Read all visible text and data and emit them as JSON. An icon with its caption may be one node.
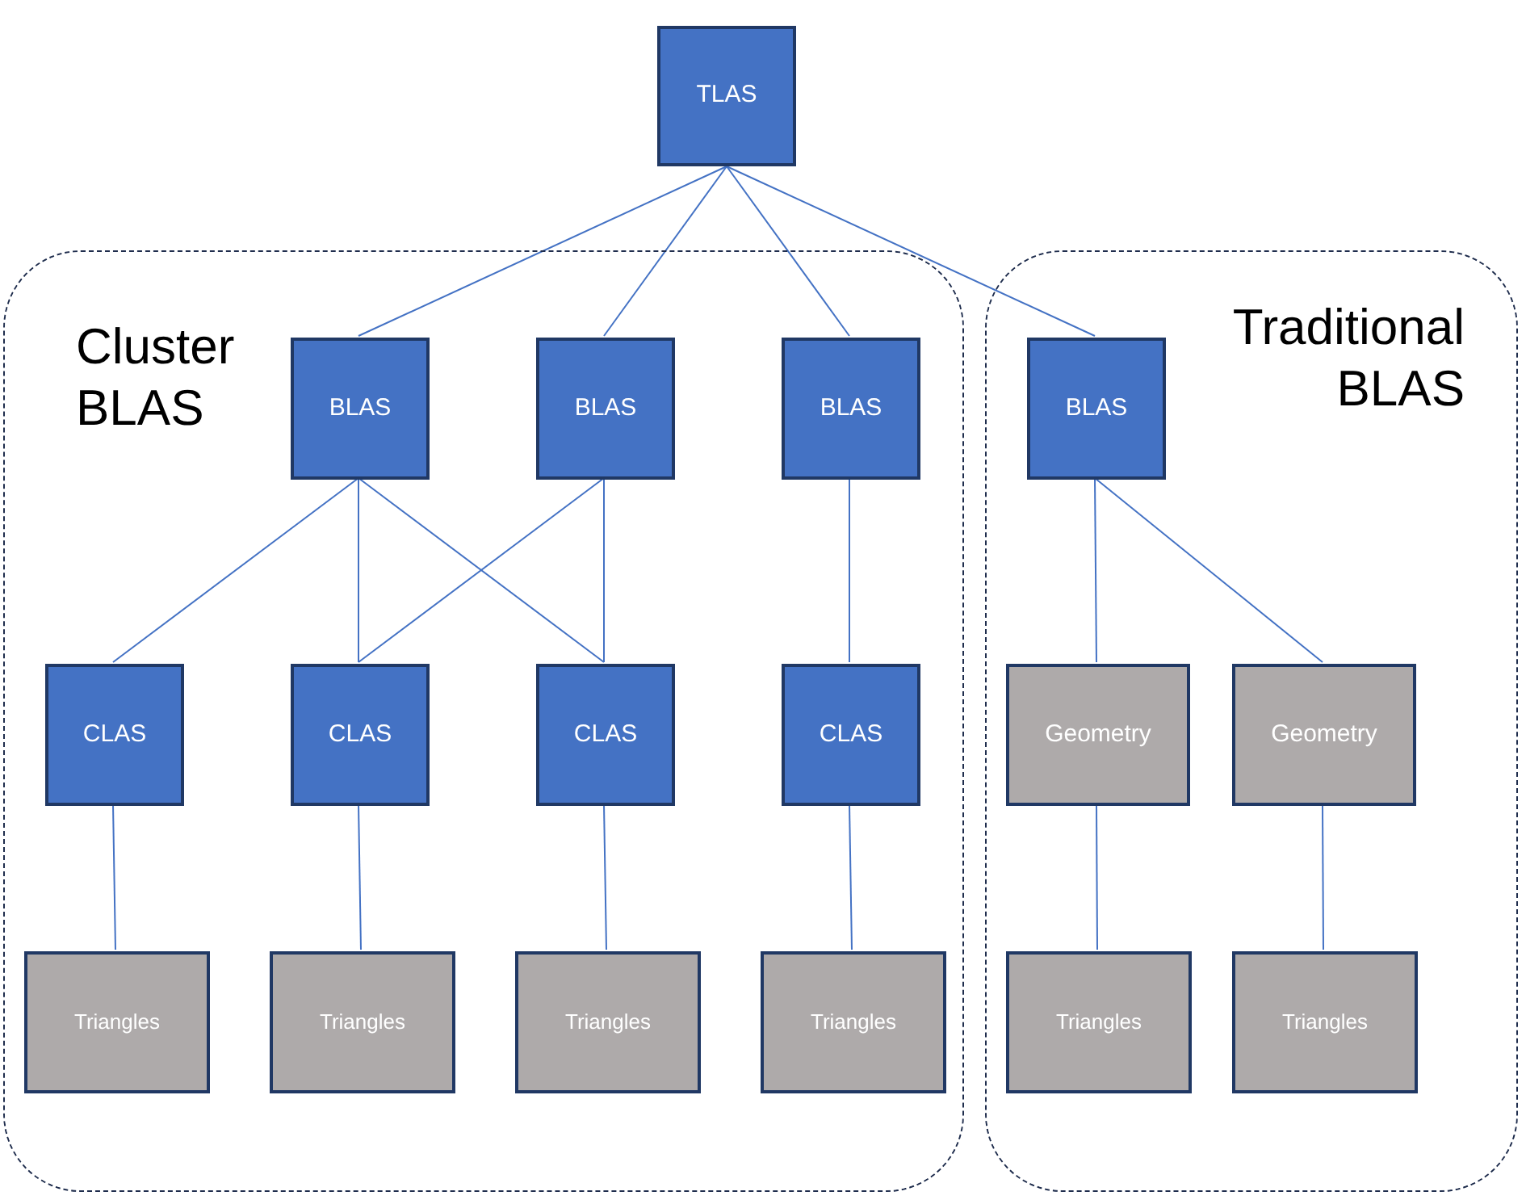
{
  "diagram": {
    "nodes": [
      {
        "text": [
          "TLAS"
        ]
      },
      {
        "text": [
          "Cluster BLAS"
        ]
      },
      {
        "text": [
          "Traditional BLAS"
        ]
      },
      {
        "text": [
          "BLAS"
        ],
        "in": 1
      },
      {
        "text": [
          "BLAS"
        ],
        "in": 1
      },
      {
        "text": [
          "BLAS"
        ],
        "in": 1
      },
      {
        "text": [
          "BLAS"
        ],
        "in": 2
      },
      {
        "text": [
          "CLAS"
        ],
        "in": 1
      },
      {
        "text": [
          "CLAS"
        ],
        "in": 1
      },
      {
        "text": [
          "CLAS"
        ],
        "in": 1
      },
      {
        "text": [
          "CLAS"
        ],
        "in": 1
      },
      {
        "text": [
          "Geometry"
        ],
        "in": 2
      },
      {
        "text": [
          "Geometry"
        ],
        "in": 2
      },
      {
        "text": [
          "Triangles"
        ],
        "in": 1
      },
      {
        "text": [
          "Triangles"
        ],
        "in": 1
      },
      {
        "text": [
          "Triangles"
        ],
        "in": 1
      },
      {
        "text": [
          "Triangles"
        ],
        "in": 1
      },
      {
        "text": [
          "Triangles"
        ],
        "in": 2
      },
      {
        "text": [
          "Triangles"
        ],
        "in": 2
      }
    ],
    "edges": [
      {
        "from": 0,
        "to": 3,
        "arrow": "none"
      },
      {
        "from": 0,
        "to": 4,
        "arrow": "none"
      },
      {
        "from": 0,
        "to": 5,
        "arrow": "none"
      },
      {
        "from": 0,
        "to": 6,
        "arrow": "none"
      },
      {
        "from": 3,
        "to": 7,
        "arrow": "none"
      },
      {
        "from": 3,
        "to": 8,
        "arrow": "none"
      },
      {
        "from": 3,
        "to": 9,
        "arrow": "none"
      },
      {
        "from": 4,
        "to": 8,
        "arrow": "none"
      },
      {
        "from": 4,
        "to": 9,
        "arrow": "none"
      },
      {
        "from": 5,
        "to": 10,
        "arrow": "none"
      },
      {
        "from": 6,
        "to": 11,
        "arrow": "none"
      },
      {
        "from": 6,
        "to": 12,
        "arrow": "none"
      },
      {
        "from": 7,
        "to": 13,
        "arrow": "none"
      },
      {
        "from": 8,
        "to": 14,
        "arrow": "none"
      },
      {
        "from": 9,
        "to": 15,
        "arrow": "none"
      },
      {
        "from": 10,
        "to": 16,
        "arrow": "none"
      },
      {
        "from": 11,
        "to": 17,
        "arrow": "none"
      },
      {
        "from": 12,
        "to": 18,
        "arrow": "none"
      }
    ]
  }
}
